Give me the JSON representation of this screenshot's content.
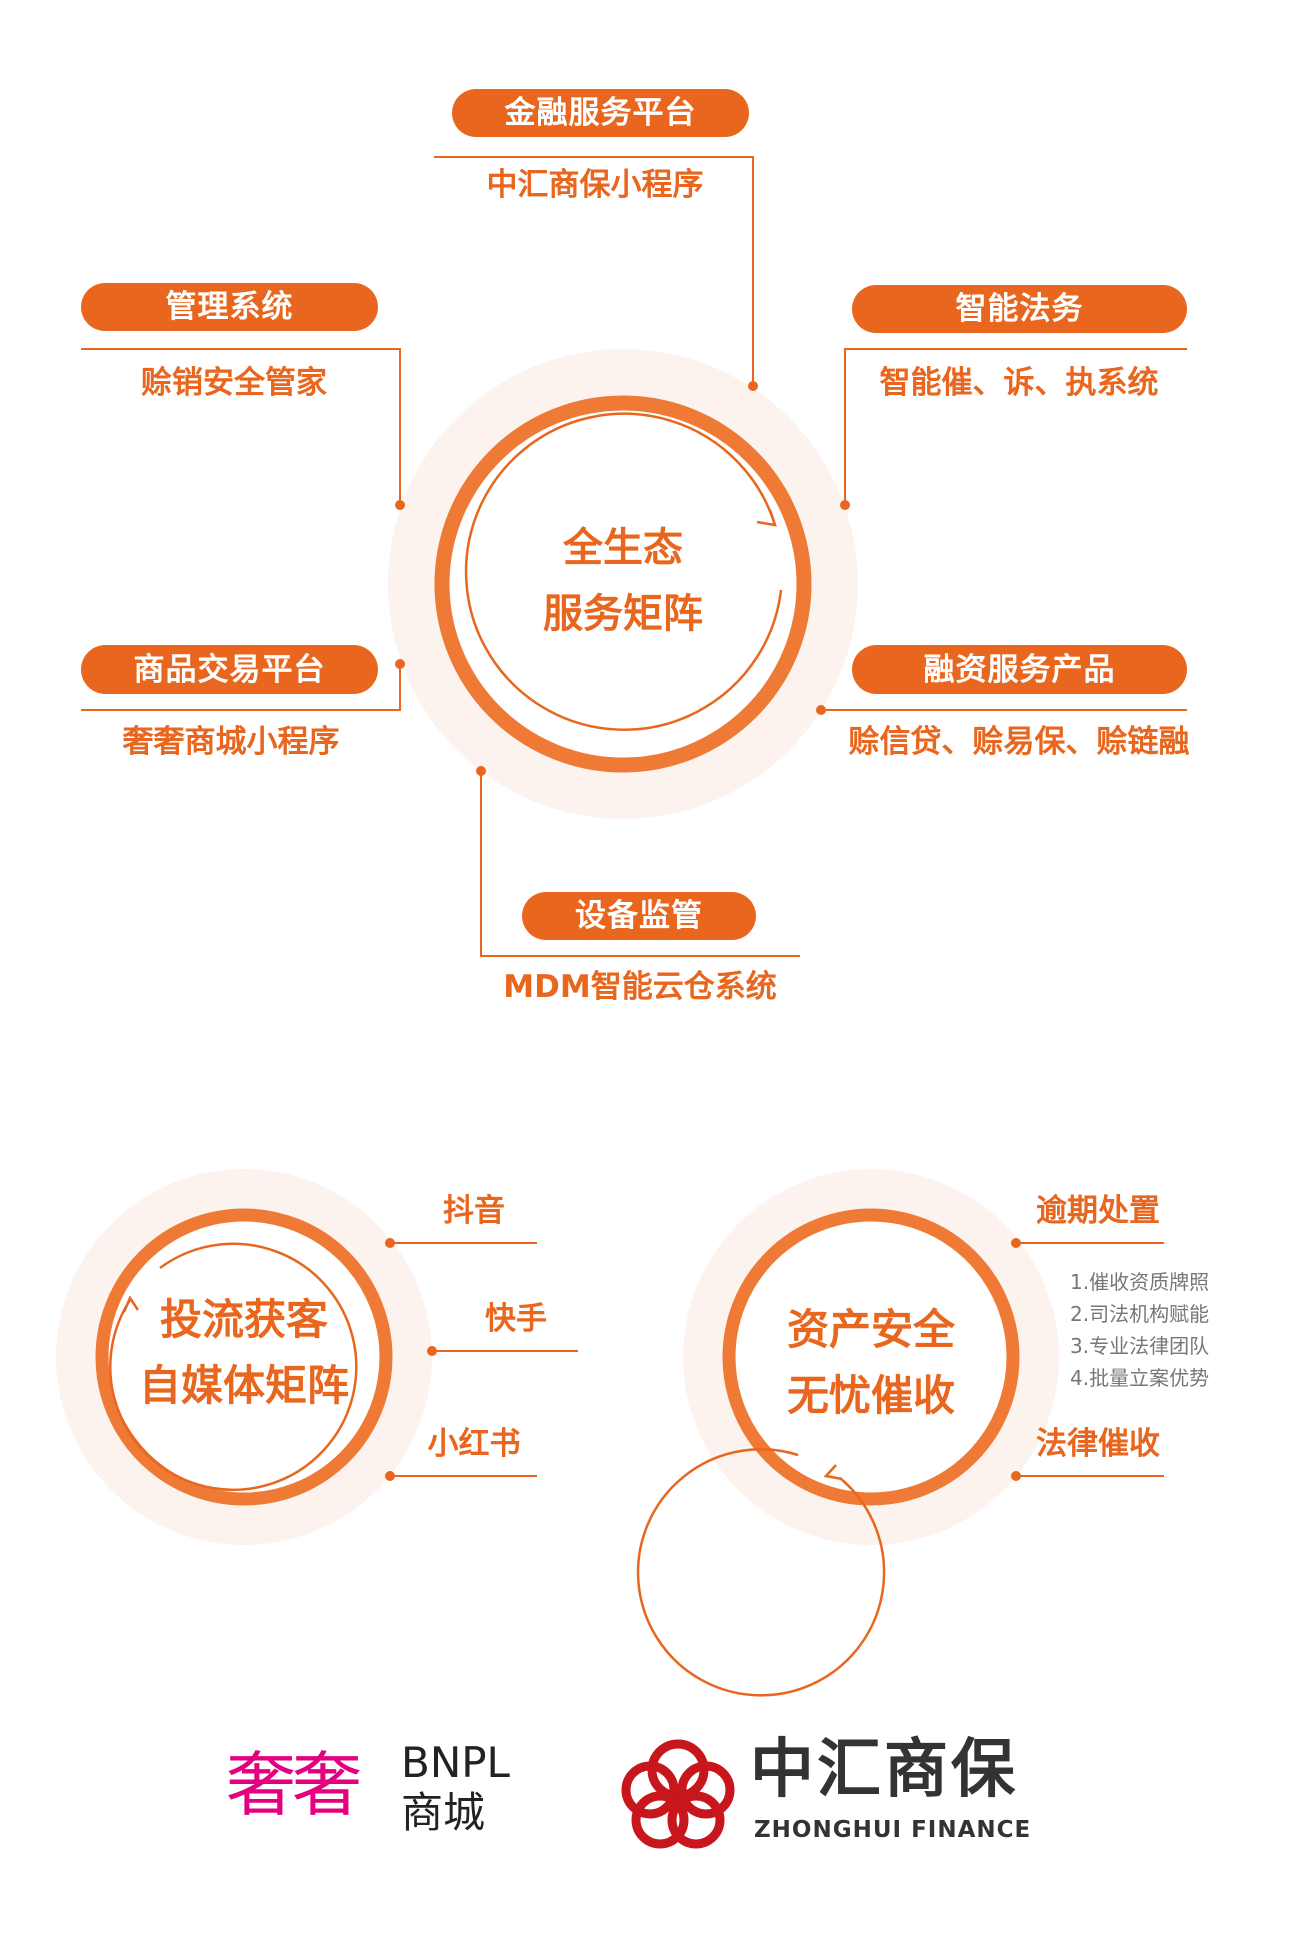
{
  "colors": {
    "accent": "#E8661E",
    "ring": "#EE7A35",
    "halo": "#FCF3EF",
    "list_text": "#777777"
  },
  "ecosystem": {
    "center_lines": [
      "全生态",
      "服务矩阵"
    ],
    "nodes": [
      {
        "title": "金融服务平台",
        "subtitle": "中汇商保小程序"
      },
      {
        "title": "管理系统",
        "subtitle": "赊销安全管家"
      },
      {
        "title": "智能法务",
        "subtitle": "智能催、诉、执系统"
      },
      {
        "title": "商品交易平台",
        "subtitle": "奢奢商城小程序"
      },
      {
        "title": "融资服务产品",
        "subtitle": "赊信贷、赊易保、赊链融"
      },
      {
        "title": "设备监管",
        "subtitle": "MDM智能云仓系统"
      }
    ]
  },
  "media": {
    "center_lines": [
      "投流获客",
      "自媒体矩阵"
    ],
    "channels": [
      "抖音",
      "快手",
      "小红书"
    ]
  },
  "collection": {
    "center_lines": [
      "资产安全",
      "无忧催收"
    ],
    "labels": [
      "逾期处置",
      "法律催收"
    ],
    "advantages": [
      "1.催收资质牌照",
      "2.司法机构赋能",
      "3.专业法律团队",
      "4.批量立案优势"
    ]
  },
  "logos": {
    "shesh": {
      "mark": "奢奢",
      "line1": "BNPL",
      "line2": "商城"
    },
    "zhonghui": {
      "name": "中汇商保",
      "english": "ZHONGHUI FINANCE"
    }
  }
}
